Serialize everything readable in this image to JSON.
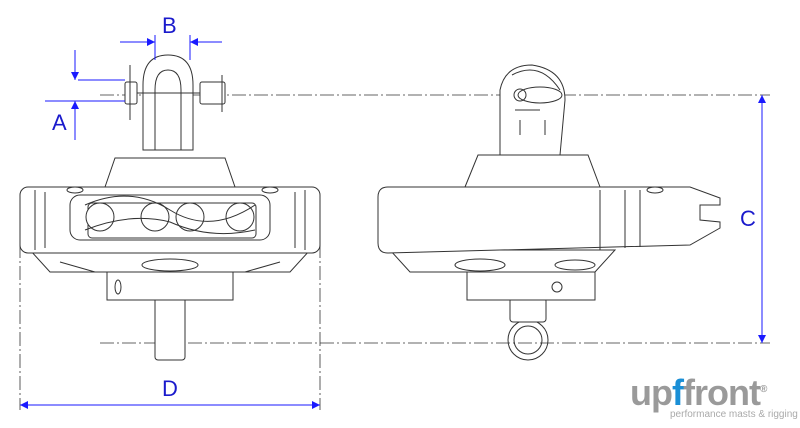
{
  "dimensions": {
    "a": "A",
    "b": "B",
    "c": "C",
    "d": "D"
  },
  "logo": {
    "brand_prefix": "up",
    "brand_f": "f",
    "brand_suffix": "front",
    "registered": "®",
    "tagline": "performance masts & rigging"
  },
  "colors": {
    "dimension": "#1a1aff",
    "logo_gray": "#9a9a9a",
    "logo_blue": "#1a8fd6"
  }
}
